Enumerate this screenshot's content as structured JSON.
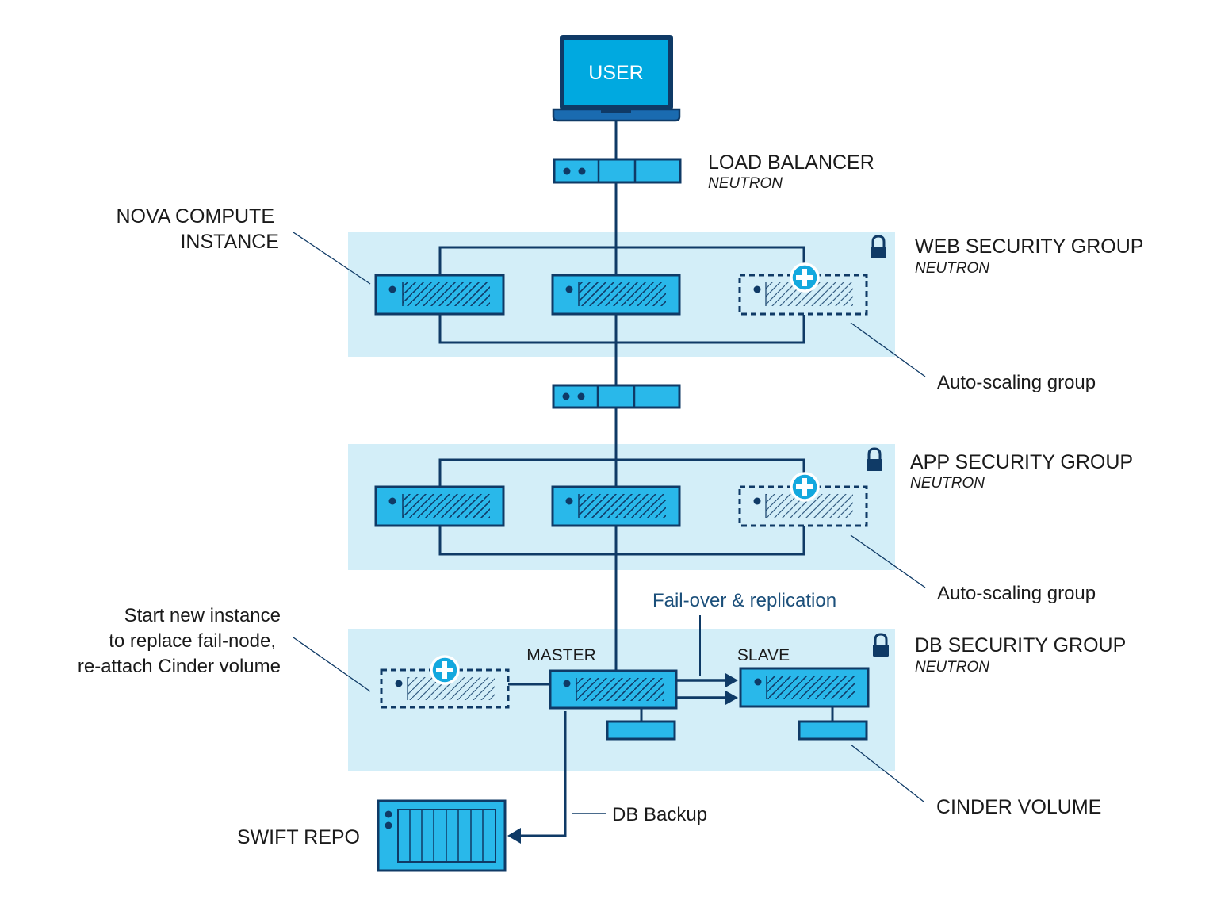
{
  "colors": {
    "navy": "#0f3a66",
    "server_fill": "#29b8ea",
    "zone_fill": "#d3eef8",
    "accent_plus": "#13a8de",
    "annotation_blue": "#1b4f7a"
  },
  "icons": {
    "user": "laptop-icon",
    "balancer": "load-balancer-icon",
    "instance": "server-icon",
    "scaling": "plus-circle-icon",
    "security": "lock-icon",
    "volume": "disk-volume-icon",
    "repo": "storage-rack-icon"
  },
  "user": {
    "label": "USER"
  },
  "load_balancer": {
    "title": "LOAD BALANCER",
    "subtitle": "NEUTRON"
  },
  "nova": {
    "line1": "NOVA COMPUTE",
    "line2": "INSTANCE"
  },
  "web_group": {
    "title": "WEB SECURITY GROUP",
    "subtitle": "NEUTRON",
    "scaling_note": "Auto-scaling group"
  },
  "app_group": {
    "title": "APP SECURITY GROUP",
    "subtitle": "NEUTRON",
    "scaling_note": "Auto-scaling group"
  },
  "db_group": {
    "title": "DB SECURITY GROUP",
    "subtitle": "NEUTRON",
    "master": "MASTER",
    "slave": "SLAVE"
  },
  "failover": {
    "label": "Fail-over & replication"
  },
  "replace_note": {
    "line1": "Start new instance",
    "line2": "to replace fail-node,",
    "line3": "re-attach Cinder volume"
  },
  "cinder": {
    "label": "CINDER  VOLUME"
  },
  "backup": {
    "label": "DB Backup"
  },
  "swift": {
    "label": "SWIFT REPO"
  }
}
